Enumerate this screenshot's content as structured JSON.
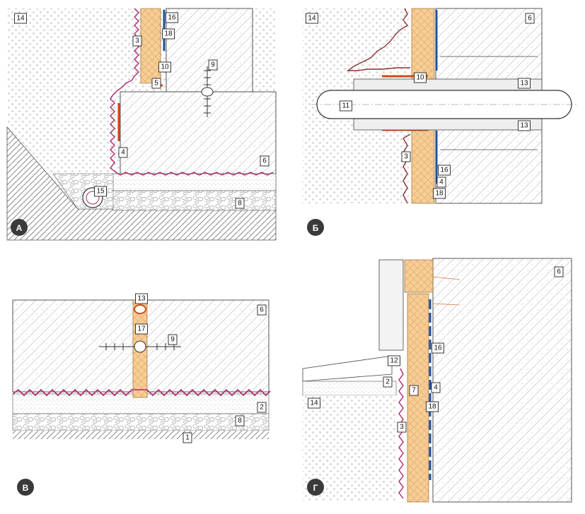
{
  "panels": {
    "a": {
      "badge": "А",
      "labels": [
        "14",
        "3",
        "16",
        "18",
        "10",
        "5",
        "9",
        "4",
        "6",
        "15",
        "8"
      ]
    },
    "b": {
      "badge": "Б",
      "labels": [
        "14",
        "6",
        "10",
        "13",
        "11",
        "13",
        "3",
        "16",
        "4",
        "18"
      ]
    },
    "v": {
      "badge": "В",
      "labels": [
        "13",
        "17",
        "9",
        "6",
        "2",
        "8",
        "1"
      ]
    },
    "g": {
      "badge": "Г",
      "labels": [
        "6",
        "16",
        "12",
        "2",
        "7",
        "4",
        "18",
        "14",
        "3"
      ]
    }
  },
  "colors": {
    "hatch": "#9a9a9a",
    "insulation": "#f2c48a",
    "membrane": "#b0276a",
    "blue_strip": "#1f4f9a",
    "orange_strip": "#d24a14",
    "badge_fill": "#3a3a3a"
  }
}
